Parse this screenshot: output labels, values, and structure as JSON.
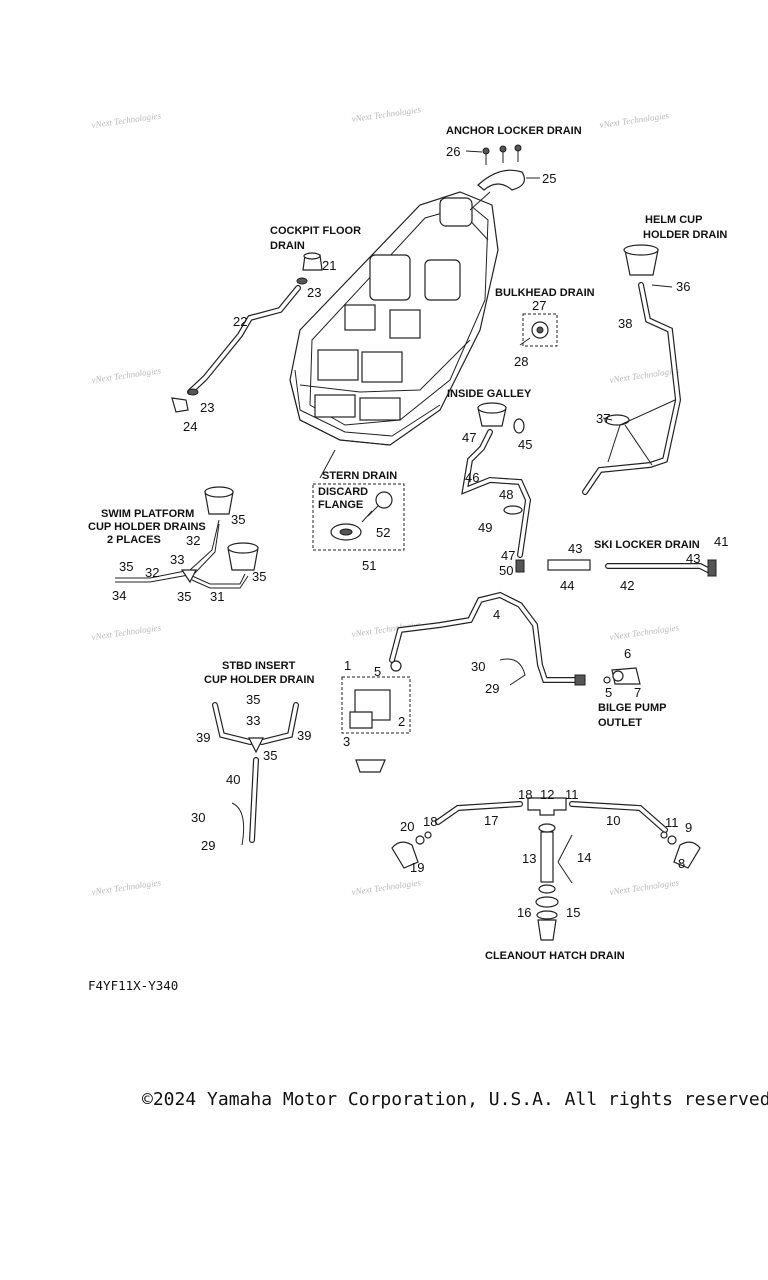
{
  "sections": {
    "anchor_locker": "ANCHOR LOCKER DRAIN",
    "cockpit_floor_1": "COCKPIT FLOOR",
    "cockpit_floor_2": "DRAIN",
    "helm_cup_1": "HELM CUP",
    "helm_cup_2": "HOLDER DRAIN",
    "bulkhead": "BULKHEAD DRAIN",
    "inside_galley": "INSIDE GALLEY",
    "stern_drain": "STERN DRAIN",
    "discard_1": "DISCARD",
    "discard_2": "FLANGE",
    "swim_platform_1": "SWIM PLATFORM",
    "swim_platform_2": "CUP HOLDER DRAINS",
    "swim_platform_3": "2 PLACES",
    "ski_locker": "SKI LOCKER DRAIN",
    "stbd_insert_1": "STBD INSERT",
    "stbd_insert_2": "CUP HOLDER DRAIN",
    "bilge_pump_1": "BILGE PUMP",
    "bilge_pump_2": "OUTLET",
    "cleanout_hatch": "CLEANOUT HATCH DRAIN"
  },
  "callouts": {
    "n26": "26",
    "n25": "25",
    "n21": "21",
    "n23a": "23",
    "n22": "22",
    "n23b": "23",
    "n24": "24",
    "n36": "36",
    "n38": "38",
    "n37": "37",
    "n27": "27",
    "n28": "28",
    "n47a": "47",
    "n45": "45",
    "n46": "46",
    "n48": "48",
    "n49": "49",
    "n47b": "47",
    "n50": "50",
    "n52": "52",
    "n51": "51",
    "n35a": "35",
    "n32a": "32",
    "n33a": "33",
    "n35b": "35",
    "n32b": "32",
    "n34": "34",
    "n35c": "35",
    "n31": "31",
    "n35d": "35",
    "n43a": "43",
    "n41": "41",
    "n43b": "43",
    "n44": "44",
    "n42": "42",
    "n4": "4",
    "n1": "1",
    "n5a": "5",
    "n2": "2",
    "n3": "3",
    "n30a": "30",
    "n29a": "29",
    "n6": "6",
    "n5b": "5",
    "n7": "7",
    "n35e": "35",
    "n33b": "33",
    "n39a": "39",
    "n39b": "39",
    "n35f": "35",
    "n40": "40",
    "n30b": "30",
    "n29b": "29",
    "n18a": "18",
    "n12": "12",
    "n11a": "11",
    "n17": "17",
    "n10": "10",
    "n20": "20",
    "n18b": "18",
    "n19": "19",
    "n13": "13",
    "n14": "14",
    "n11b": "11",
    "n9": "9",
    "n8": "8",
    "n16": "16",
    "n15": "15"
  },
  "watermark": "vNext Technologies",
  "figure_code": "F4YF11X-Y340",
  "copyright": "©2024 Yamaha Motor Corporation, U.S.A. All rights reserved."
}
